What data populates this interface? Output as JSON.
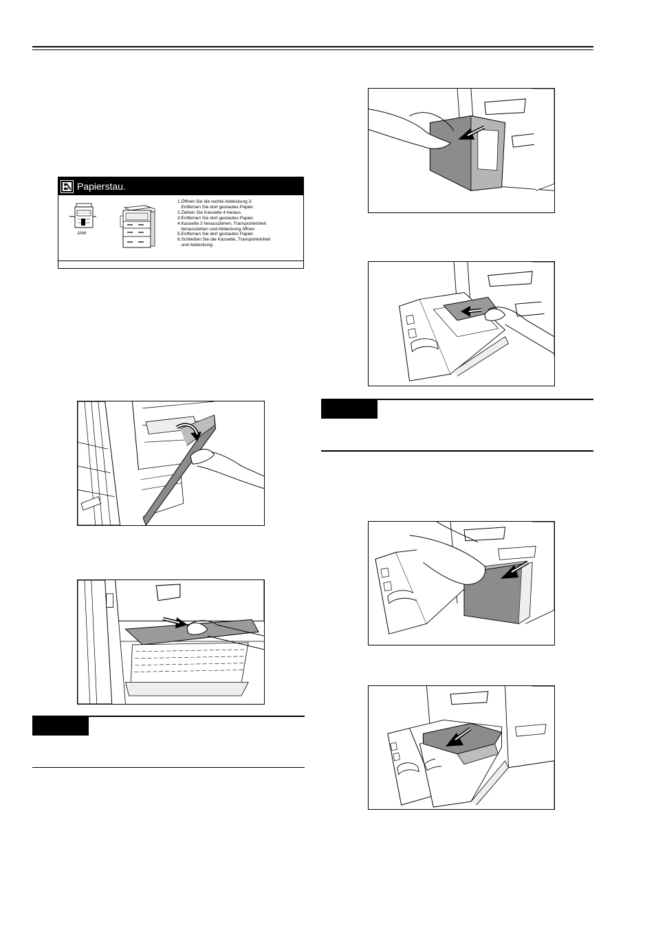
{
  "panel": {
    "title": "Papierstau.",
    "icon": "paper-jam-icon",
    "device_label": "JAM",
    "steps": [
      "1.Öffnen Sie die rechte Abdeckung 3.",
      "   Entfernen Sie dort gestautes Papier.",
      "2.Ziehen Sie Kassette 4 heraus.",
      "3.Entfernen Sie dort gestautes Papier.",
      "4.Kassette 3 herausziehen, Transporteinheit",
      "   herausziehen und Abdeckung öffnen",
      "5.Entfernen Sie dort gestautes Papier.",
      "6.Schließen Sie die Kassette, Transporteinheit",
      "   und Abdeckung."
    ]
  },
  "figures": [
    {
      "name": "open-right-cover",
      "icon": "open-cover-arrow-icon"
    },
    {
      "name": "remove-paper-cover",
      "icon": "pull-paper-arrow-icon"
    },
    {
      "name": "pull-out-cassette-4",
      "icon": "pull-cassette-arrow-icon"
    },
    {
      "name": "remove-paper-cassette-4",
      "icon": "pull-paper-arrow-icon"
    },
    {
      "name": "pull-out-cassette-3",
      "icon": "pull-cassette-arrow-icon"
    },
    {
      "name": "pull-out-transport-unit",
      "icon": "pull-unit-arrow-icon"
    }
  ]
}
